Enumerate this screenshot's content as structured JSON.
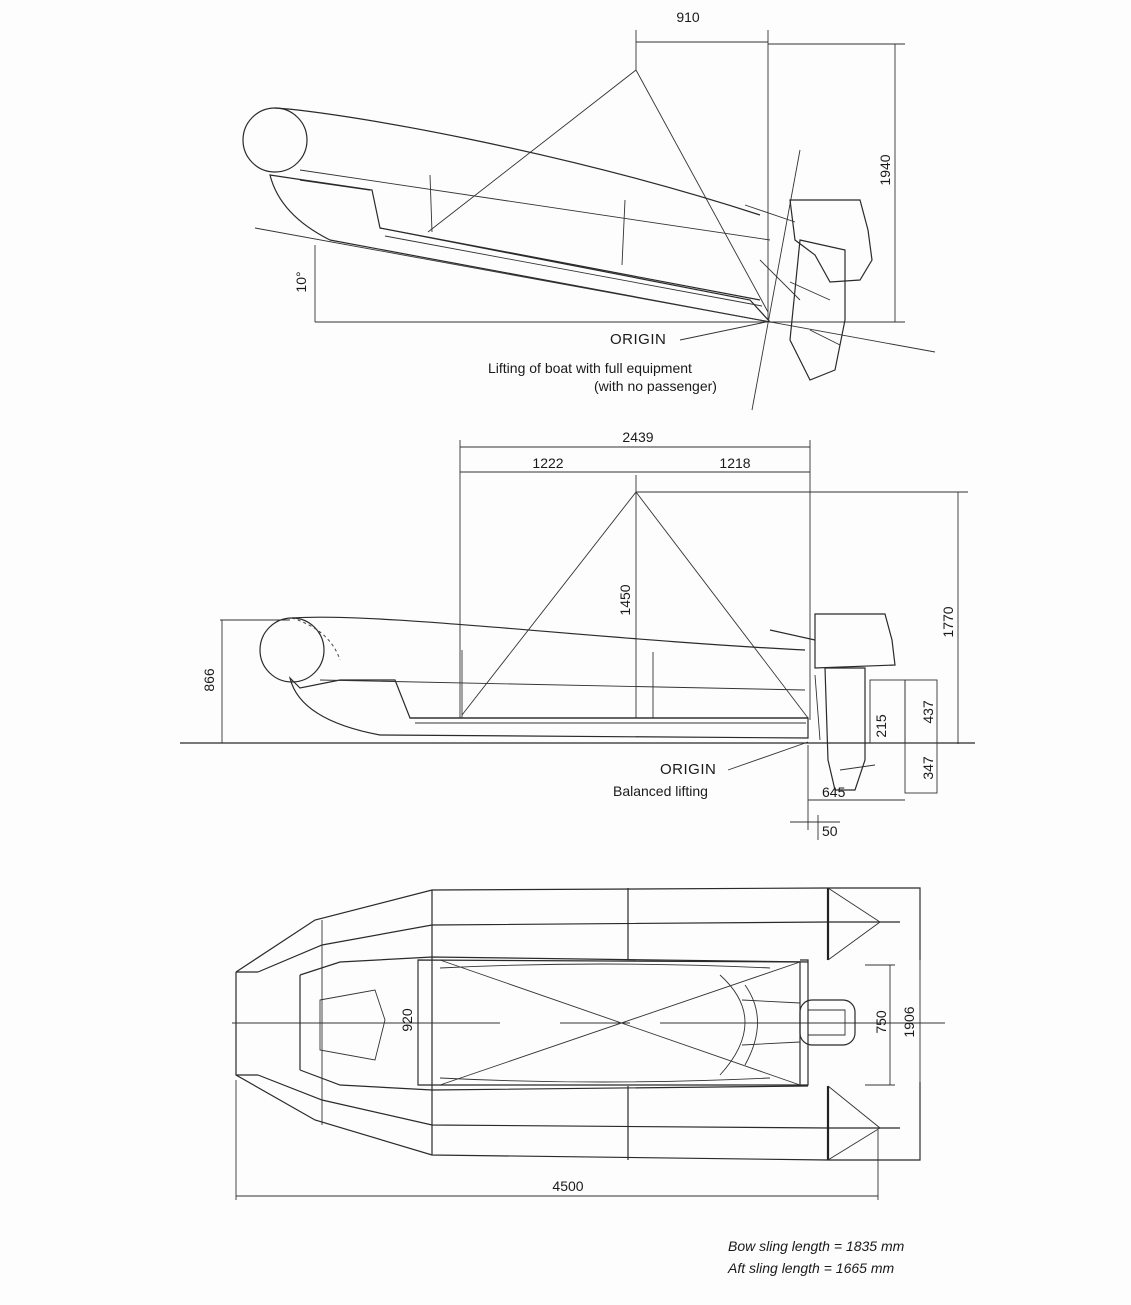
{
  "side_view_tilted": {
    "dim_horizontal": "910",
    "dim_height": "1940",
    "angle": "10°",
    "origin_label": "ORIGIN",
    "caption_line1": "Lifting of boat with full equipment",
    "caption_line2": "(with no passenger)"
  },
  "side_view_balanced": {
    "dim_total": "2439",
    "dim_front": "1222",
    "dim_rear": "1218",
    "dim_sling_height": "1450",
    "dim_total_height": "1770",
    "dim_bow_height": "866",
    "dim_437": "437",
    "dim_215": "215",
    "dim_347": "347",
    "dim_645": "645",
    "dim_50": "50",
    "origin_label": "ORIGIN",
    "caption": "Balanced lifting"
  },
  "plan_view": {
    "dim_length": "4500",
    "dim_width": "1906",
    "dim_inner_width": "920",
    "dim_motor_width": "750"
  },
  "notes": {
    "bow_sling": "Bow sling length = 1835 mm",
    "aft_sling": "Aft sling length = 1665 mm"
  }
}
